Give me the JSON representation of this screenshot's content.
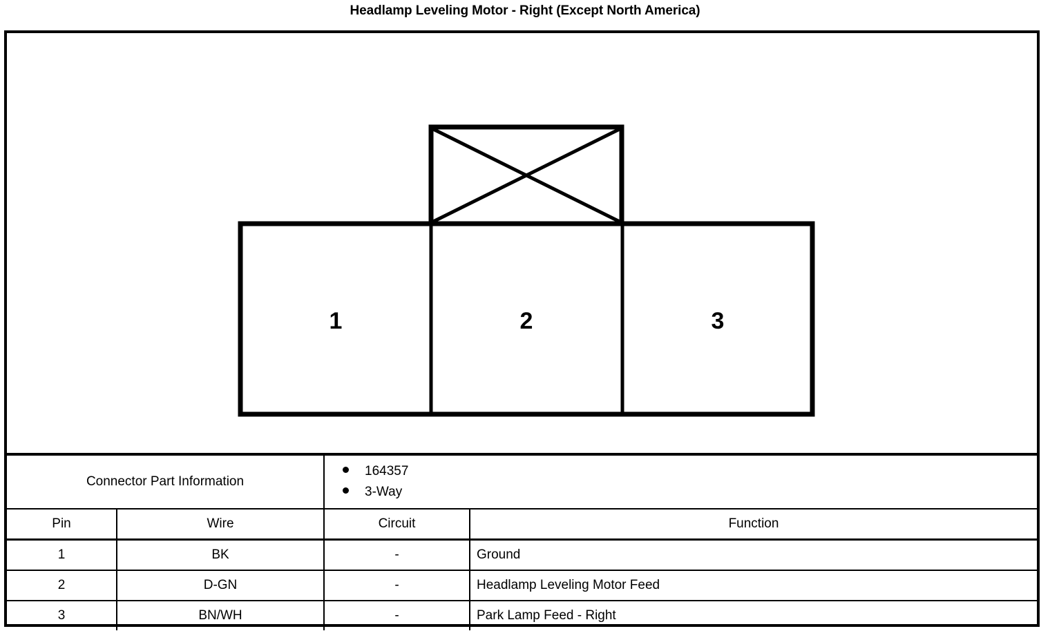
{
  "page": {
    "title": "Headlamp Leveling Motor - Right (Except North America)"
  },
  "connector_diagram": {
    "name": "3-way-connector-face-view",
    "tab_icon": "x-crossed-tab",
    "cavities": [
      {
        "label": "1"
      },
      {
        "label": "2"
      },
      {
        "label": "3"
      }
    ]
  },
  "connector_part_information": {
    "label": "Connector Part Information",
    "bullets": [
      "164357",
      "3-Way"
    ]
  },
  "pin_table": {
    "headers": {
      "pin": "Pin",
      "wire": "Wire",
      "circuit": "Circuit",
      "function": "Function"
    },
    "rows": [
      {
        "pin": "1",
        "wire": "BK",
        "circuit": "-",
        "function": "Ground"
      },
      {
        "pin": "2",
        "wire": "D-GN",
        "circuit": "-",
        "function": "Headlamp Leveling Motor Feed"
      },
      {
        "pin": "3",
        "wire": "BN/WH",
        "circuit": "-",
        "function": "Park Lamp Feed - Right"
      }
    ]
  },
  "colors": {
    "ink": "#000000",
    "paper": "#ffffff"
  }
}
